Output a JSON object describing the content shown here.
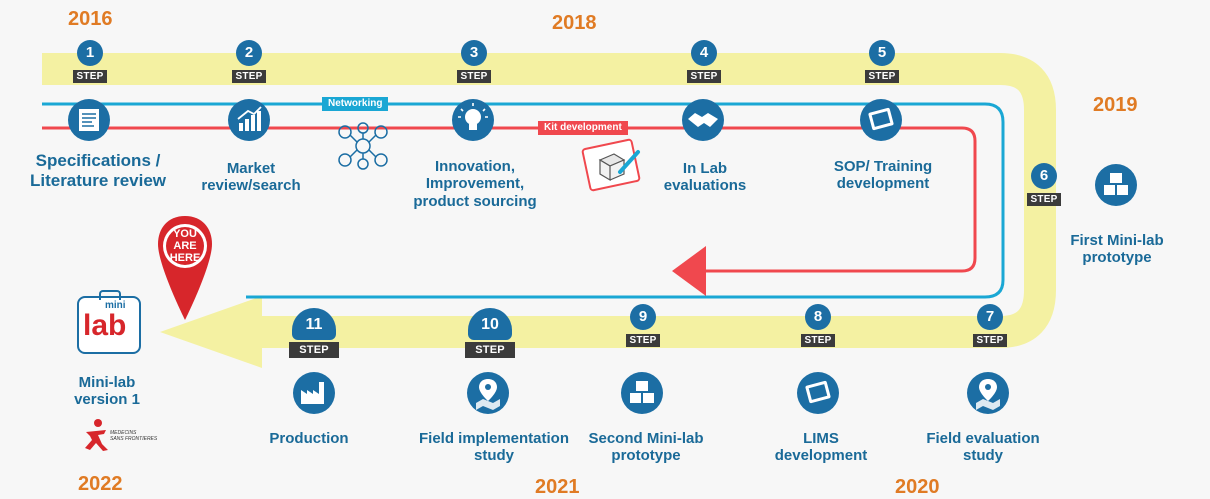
{
  "years": {
    "y2016": "2016",
    "y2018": "2018",
    "y2019": "2019",
    "y2020": "2020",
    "y2021": "2021",
    "y2022": "2022"
  },
  "step_tag": "STEP",
  "steps": [
    {
      "num": "1",
      "label": "Specifications / Literature review"
    },
    {
      "num": "2",
      "label": "Market review/search"
    },
    {
      "num": "3",
      "label": "Innovation, Improvement, product sourcing"
    },
    {
      "num": "4",
      "label": "In Lab evaluations"
    },
    {
      "num": "5",
      "label": "SOP/ Training development"
    },
    {
      "num": "6",
      "label": "First Mini-lab prototype"
    },
    {
      "num": "7",
      "label": "Field evaluation study"
    },
    {
      "num": "8",
      "label": "LIMS development"
    },
    {
      "num": "9",
      "label": "Second Mini-lab prototype"
    },
    {
      "num": "10",
      "label": "Field implementation study"
    },
    {
      "num": "11",
      "label": "Production"
    }
  ],
  "tracks": {
    "networking": "Networking",
    "kit_development": "Kit development"
  },
  "pin": {
    "line1": "YOU",
    "line2": "ARE",
    "line3": "HERE"
  },
  "final": {
    "logo_small": "mini",
    "logo_big": "lab",
    "label": "Mini-lab version 1"
  },
  "msf": {
    "line1": "MEDECINS",
    "line2": "SANS FRONTIERES"
  },
  "colors": {
    "yellow": "#f4f1a2",
    "blue": "#1aa7d4",
    "red": "#f0484e",
    "navy": "#1c6ea4",
    "orange": "#e07b24",
    "label": "#1a6a98"
  }
}
